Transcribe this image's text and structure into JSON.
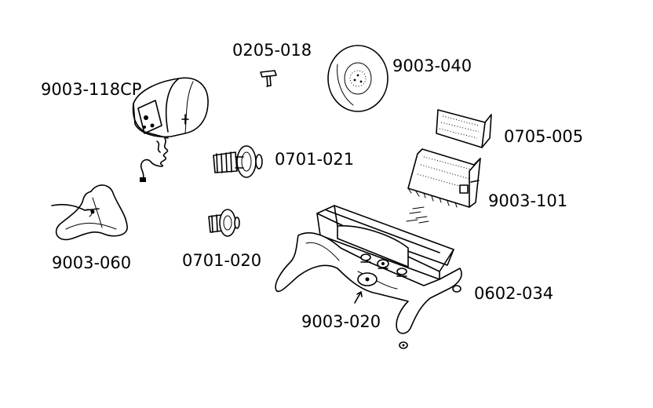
{
  "parts": [
    {
      "id": "motor",
      "label": "9003-118CP"
    },
    {
      "id": "pin",
      "label": "0205-018"
    },
    {
      "id": "disc",
      "label": "9003-040"
    },
    {
      "id": "plate",
      "label": "0705-005"
    },
    {
      "id": "impeller-large",
      "label": "0701-021"
    },
    {
      "id": "box",
      "label": "9003-101"
    },
    {
      "id": "tripod",
      "label": "9003-060"
    },
    {
      "id": "impeller-small",
      "label": "0701-020"
    },
    {
      "id": "foot",
      "label": "0602-034"
    },
    {
      "id": "base",
      "label": "9003-020"
    }
  ]
}
